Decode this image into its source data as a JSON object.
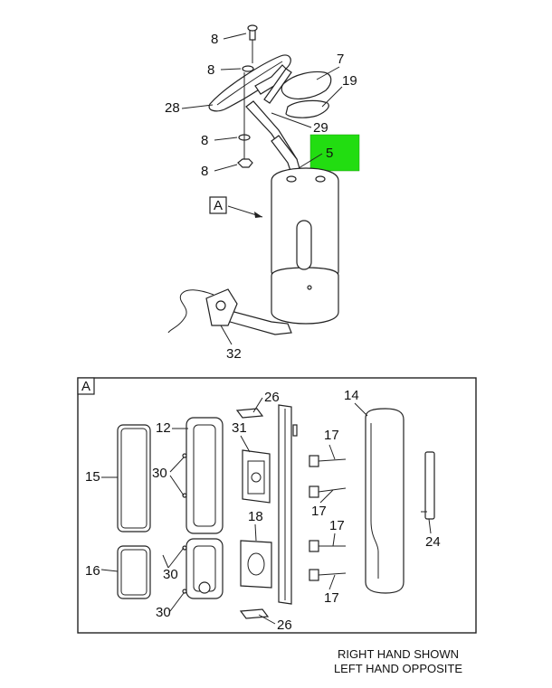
{
  "callouts": {
    "c8a": "8",
    "c8b": "8",
    "c8c": "8",
    "c8d": "8",
    "c7": "7",
    "c19": "19",
    "c28": "28",
    "c29": "29",
    "c5": "5",
    "cA_top": "A",
    "c32": "32",
    "cA_box": "A",
    "c26a": "26",
    "c26b": "26",
    "c14": "14",
    "c12": "12",
    "c31": "31",
    "c15": "15",
    "c30a": "30",
    "c30b": "30",
    "c30c": "30",
    "c17a": "17",
    "c17b": "17",
    "c17c": "17",
    "c17d": "17",
    "c18": "18",
    "c16": "16",
    "c24": "24"
  },
  "highlight_color": "#22dd11",
  "notes": {
    "line1": "RIGHT HAND SHOWN",
    "line2": "LEFT HAND OPPOSITE"
  }
}
